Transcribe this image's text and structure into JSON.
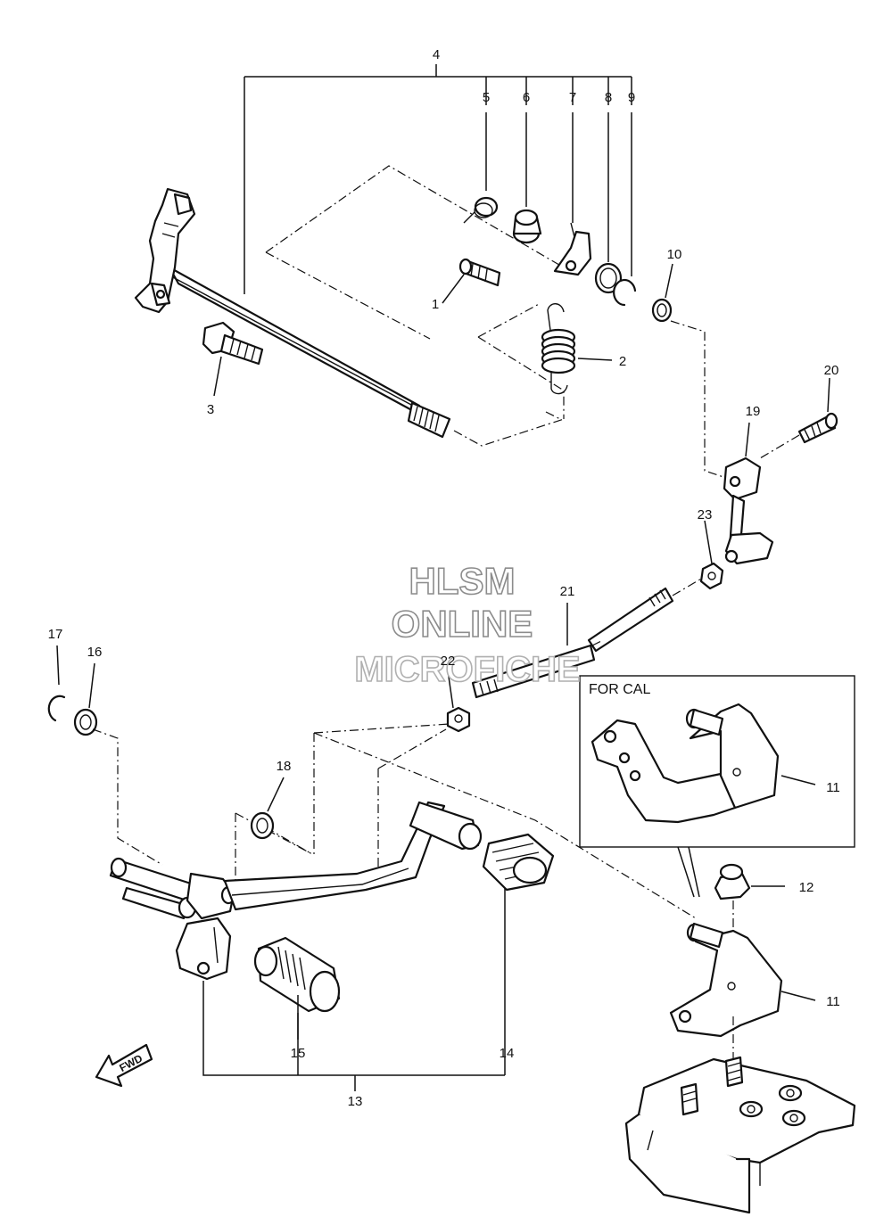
{
  "diagram": {
    "callouts": [
      "1",
      "2",
      "3",
      "4",
      "5",
      "6",
      "7",
      "8",
      "9",
      "10",
      "11",
      "11",
      "12",
      "13",
      "14",
      "15",
      "16",
      "17",
      "18",
      "19",
      "20",
      "21",
      "22",
      "23"
    ],
    "inset_label": "FOR CAL",
    "direction_label": "FWD",
    "watermark": [
      "HLSM",
      "ONLINE",
      "MICROFICHE"
    ],
    "colors": {
      "line": "#111111",
      "watermark": "#8c8c8c",
      "background": "#ffffff"
    }
  }
}
